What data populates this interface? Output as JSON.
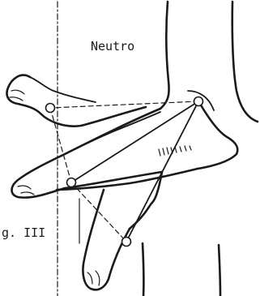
{
  "labels": {
    "neutral": "Neutro",
    "figure_ref": "g. III"
  },
  "markers": [
    {
      "name": "ankle-axis-marker"
    },
    {
      "name": "neutral-foot-marker"
    },
    {
      "name": "extended-foot-marker"
    },
    {
      "name": "flexed-foot-marker"
    }
  ]
}
